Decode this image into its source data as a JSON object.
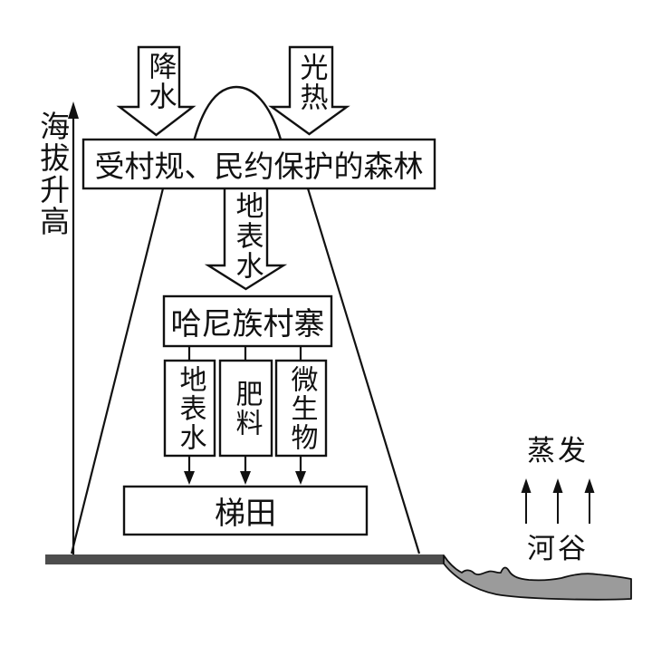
{
  "diagram": {
    "axis_label": "海拔升高",
    "inputs": {
      "precipitation": "降水",
      "light_heat": "光热"
    },
    "forest_box": "受村规、民约保护的森林",
    "surface_water_flow": "地表水",
    "village_box": "哈尼族村寨",
    "village_outputs": [
      "地表水",
      "肥料",
      "微生物"
    ],
    "terrace_box": "梯田",
    "evaporation_label": "蒸发",
    "valley_label": "河谷"
  },
  "colors": {
    "line": "#111111",
    "box_fill": "#ffffff",
    "ground_bar": "#4d4d4d",
    "valley_fill": "#9b9b9b",
    "background": "#ffffff"
  }
}
